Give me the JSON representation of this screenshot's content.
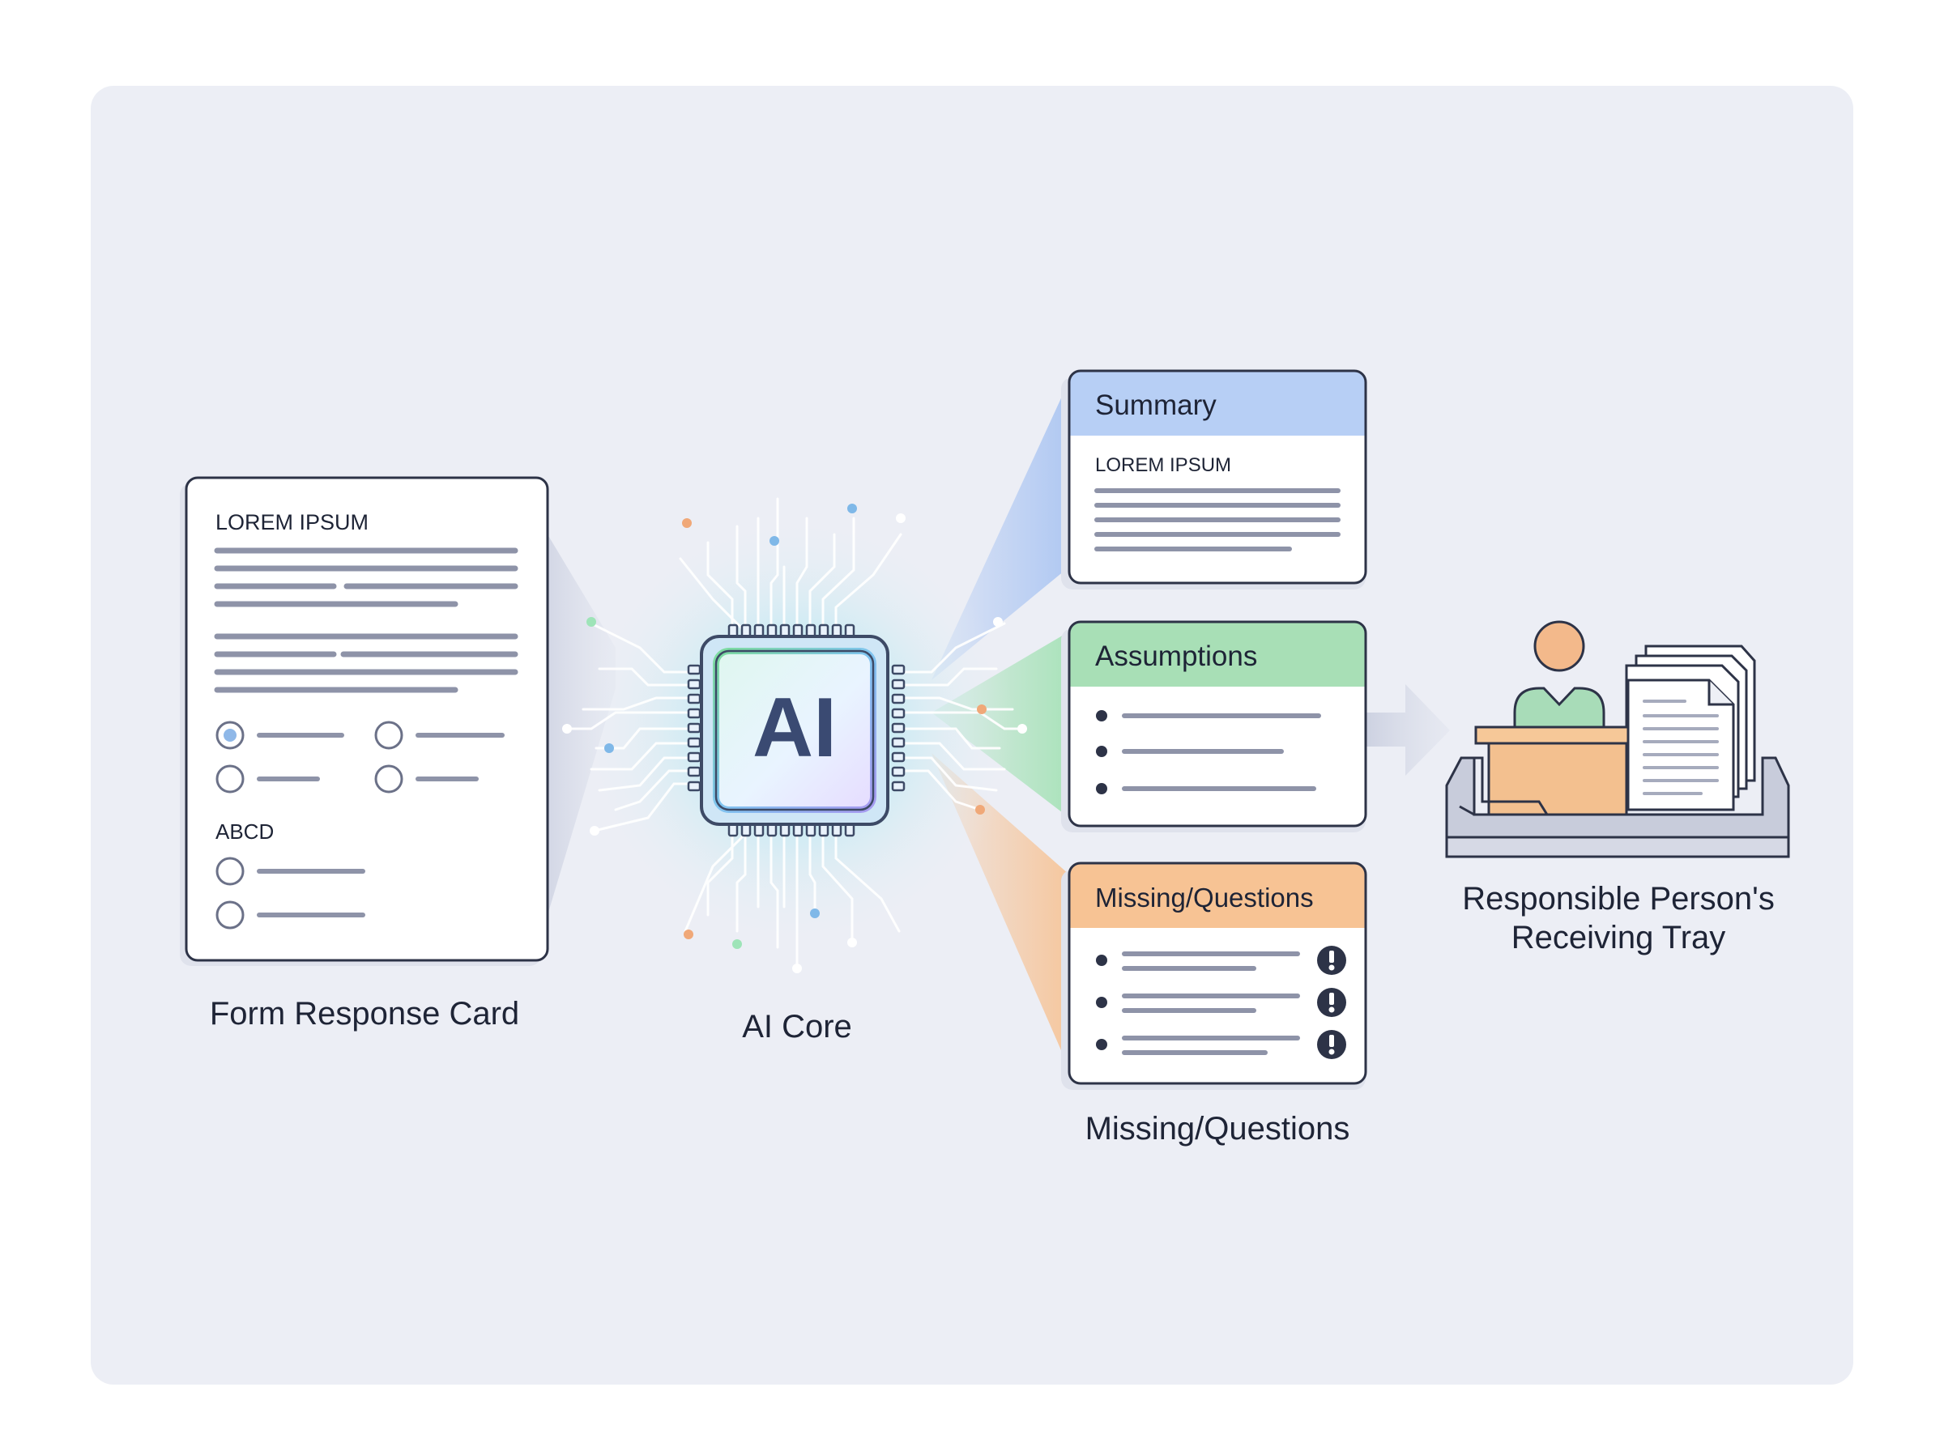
{
  "form_card": {
    "heading": "LOREM IPSUM",
    "section_label": "ABCD",
    "caption": "Form Response Card"
  },
  "ai_core": {
    "chip_text": "AI",
    "caption": "AI Core"
  },
  "summary_card": {
    "title": "Summary",
    "heading": "LOREM IPSUM"
  },
  "assumptions_card": {
    "title": "Assumptions"
  },
  "questions_card": {
    "title": "Missing/Questions",
    "caption": "Missing/Questions"
  },
  "tray": {
    "caption_line1": "Responsible Person's",
    "caption_line2": "Receiving Tray"
  },
  "colors": {
    "summary_header": "#b7cff5",
    "assumptions_header": "#a8dfb6",
    "questions_header": "#f7c394",
    "chip_glow": "#8fe3ee",
    "person_head": "#f3b98b",
    "person_body": "#a8dcb8",
    "tray_desk": "#f3c08f"
  }
}
